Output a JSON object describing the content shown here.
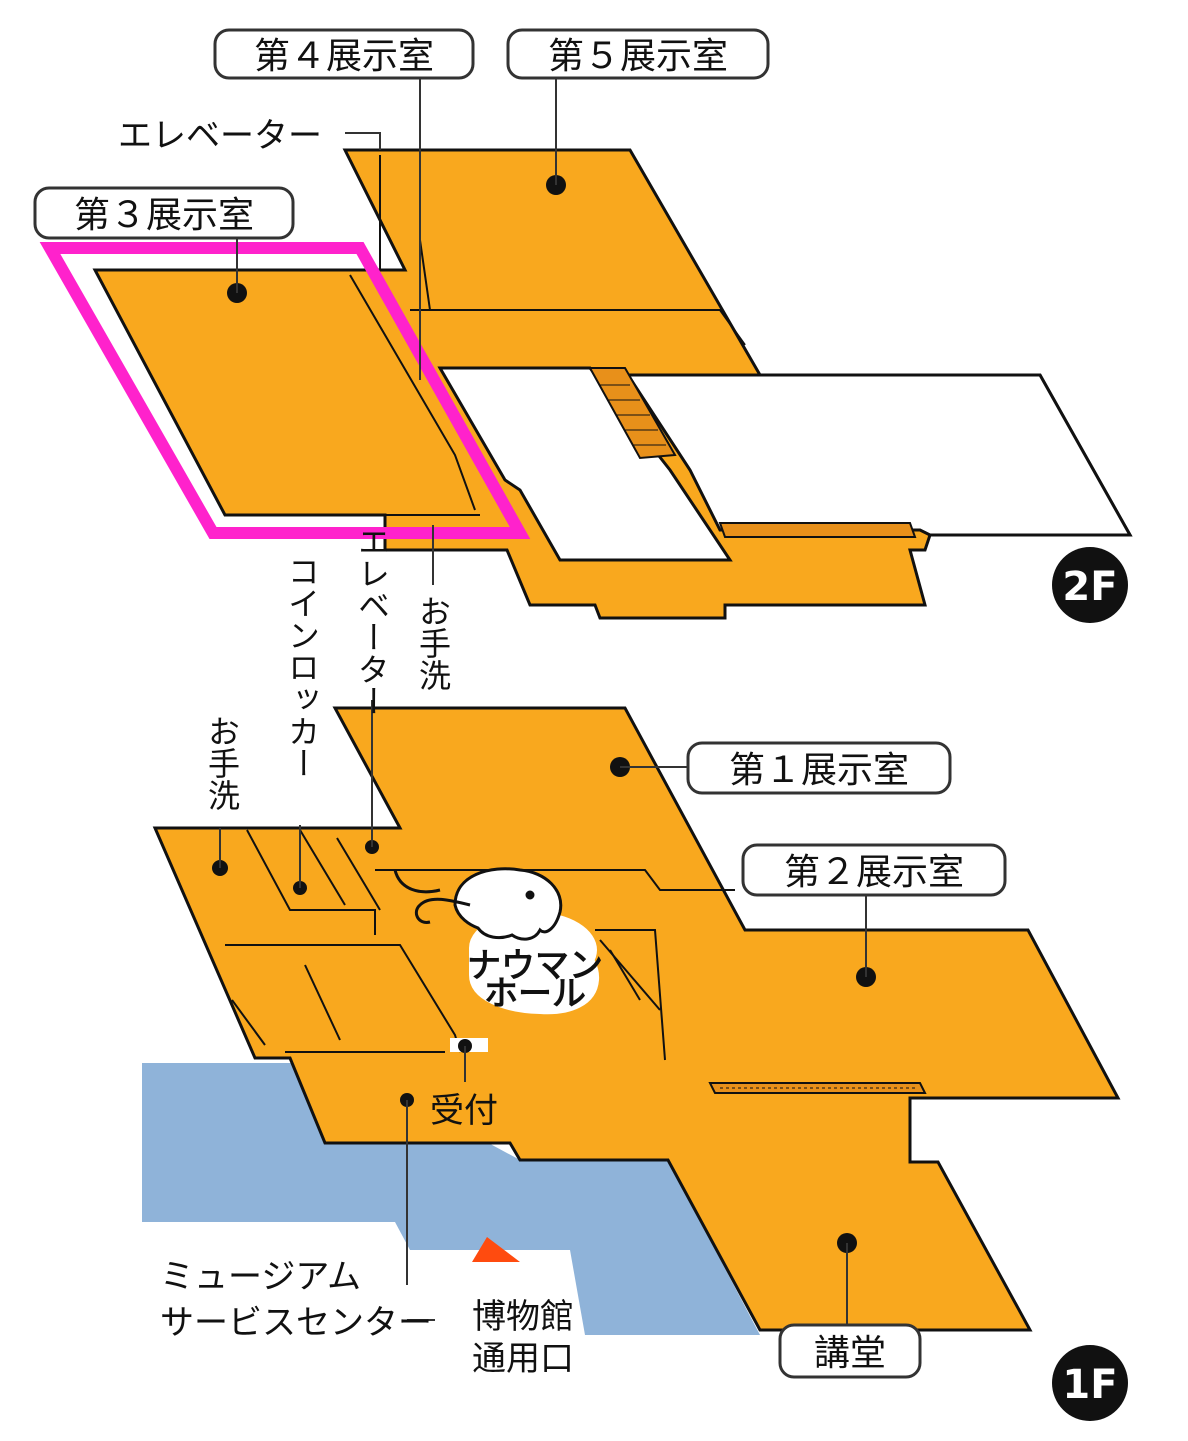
{
  "colors": {
    "floor": "#f9a81e",
    "water": "#8fb3d9",
    "highlight": "#ff22cc",
    "entrance": "#ff4b0f"
  },
  "floors": {
    "upper": "2F",
    "lower": "1F"
  },
  "rooms": {
    "exhibit1": "第１展示室",
    "exhibit2": "第２展示室",
    "exhibit3": "第３展示室",
    "exhibit4": "第４展示室",
    "exhibit5": "第５展示室",
    "auditorium": "講堂"
  },
  "labels": {
    "elevator": "エレベーター",
    "elevator_1f": "エレベーター",
    "coin_locker": "コインロッカー",
    "restroom_2f": "お手洗",
    "restroom_1f": "お手洗",
    "reception": "受付",
    "museum_service_line1": "ミュージアム",
    "museum_service_line2": "サービスセンター",
    "staff_entrance_line1": "博物館",
    "staff_entrance_line2": "通用口",
    "naumann_hall_line1": "ナウマン",
    "naumann_hall_line2": "ホール"
  },
  "highlighted_room": "第３展示室",
  "icons": {
    "entrance_marker": "triangle-marker-icon",
    "mammoth": "naumann-elephant-icon"
  }
}
